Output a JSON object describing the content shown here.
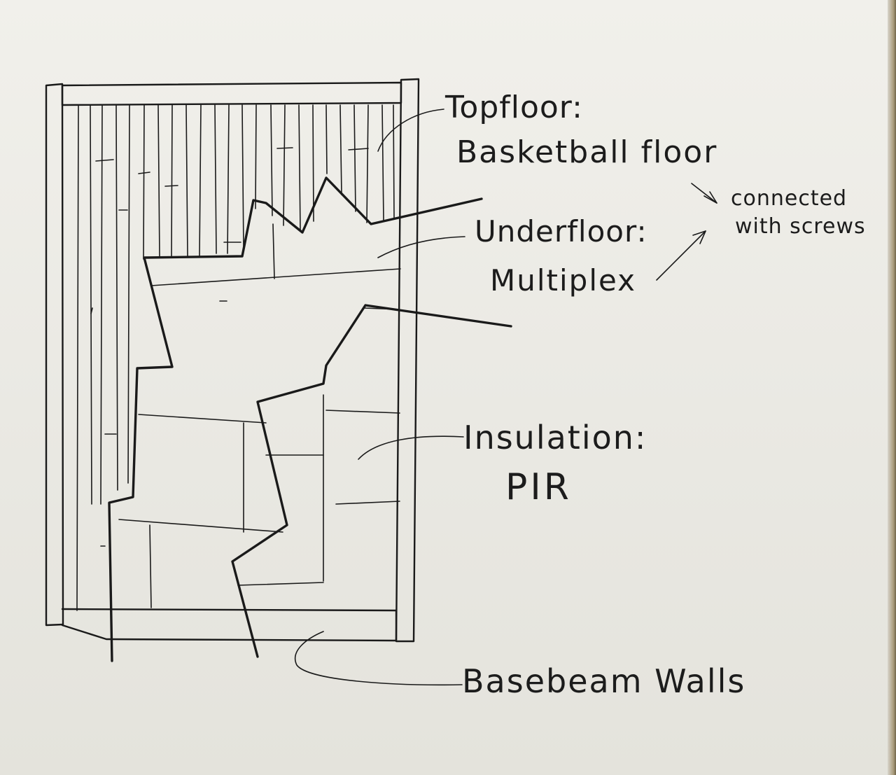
{
  "labels": {
    "topfloor_title": "Topfloor:",
    "topfloor_type": "Basketball floor",
    "underfloor_title": "Underfloor:",
    "underfloor_type": "Multiplex",
    "connected_line1": "connected",
    "connected_line2": "with screws",
    "insulation_title": "Insulation:",
    "insulation_type": "PIR",
    "basebeam": "Basebeam Walls"
  },
  "colors": {
    "ink": "#1a1a1a",
    "paper": "#f1f0eb"
  }
}
